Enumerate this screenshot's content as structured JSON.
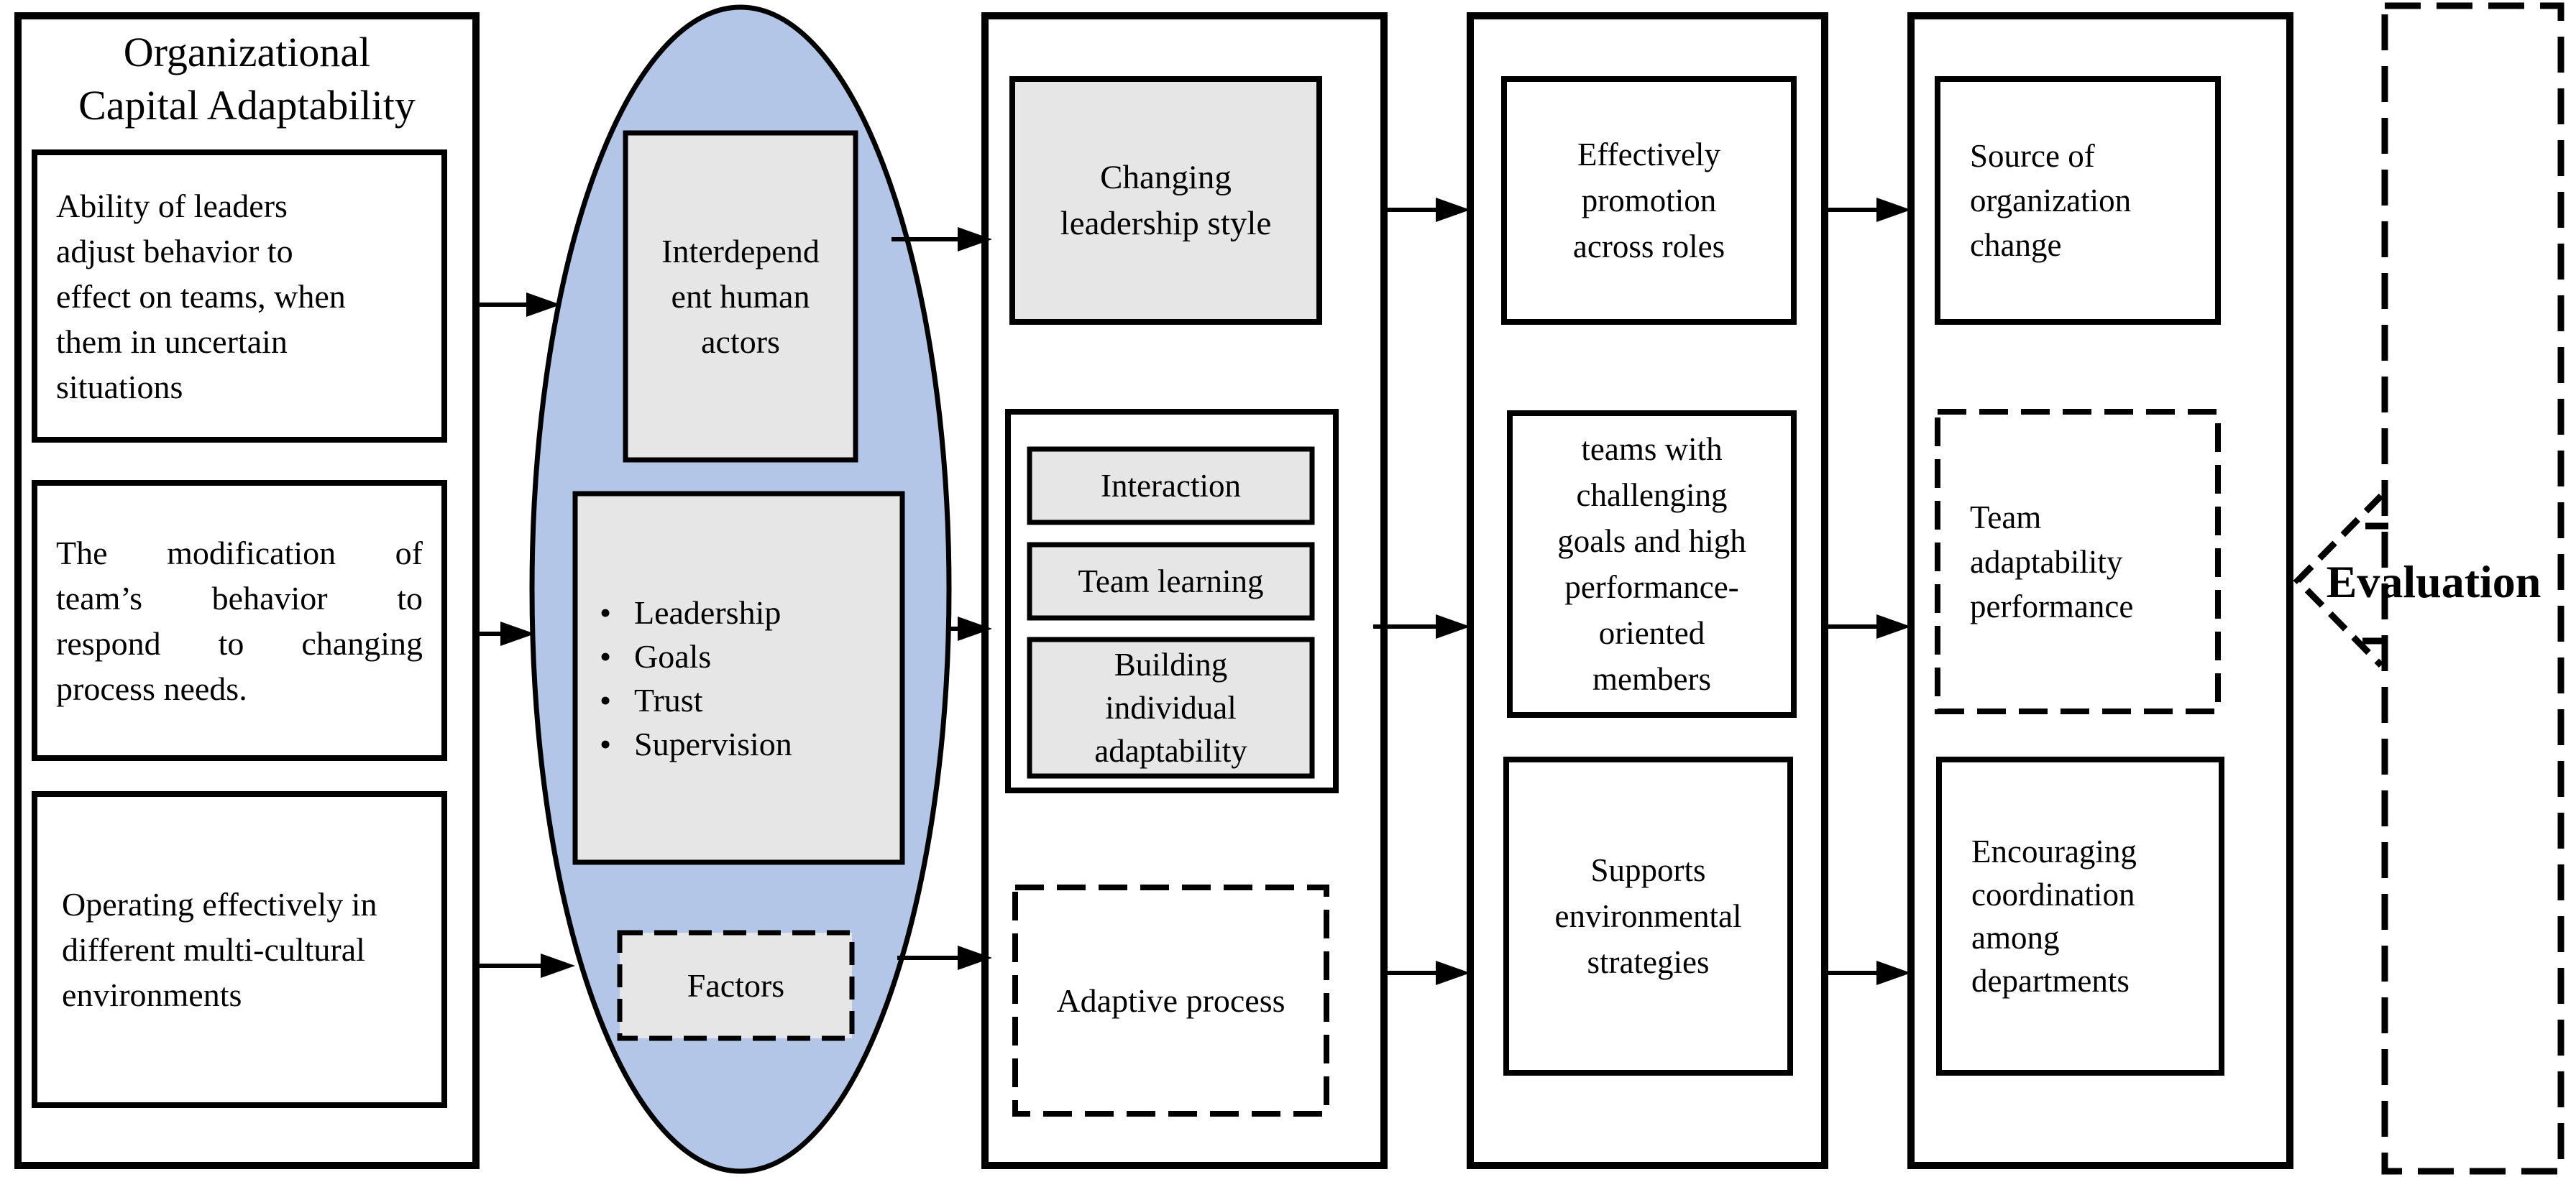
{
  "theme": {
    "ellipse_fill": "#b4c6e7",
    "box_fill": "#e7e6e6",
    "line_color": "#000000"
  },
  "icons": {
    "bullet": "•"
  },
  "col1": {
    "title": [
      "Organizational",
      "Capital Adaptability"
    ],
    "box1_lines": [
      "Ability of leaders",
      "adjust behavior to",
      "effect on teams, when",
      "them in uncertain",
      "situations"
    ],
    "box2_lines": [
      "The modification of",
      "team’s behavior to",
      "respond to changing",
      "process needs."
    ],
    "box3_lines": [
      "Operating effectively in",
      "different multi-cultural",
      "environments"
    ]
  },
  "ellipse": {
    "box1_lines": [
      "Interdepend",
      "ent human",
      "actors"
    ],
    "bullets": [
      "Leadership",
      "Goals",
      "Trust",
      "Supervision"
    ],
    "factors_label": "Factors"
  },
  "col3": {
    "box1_lines": [
      "Changing",
      "leadership style"
    ],
    "item1": "Interaction",
    "item2": "Team learning",
    "item3_lines": [
      "Building",
      "individual",
      "adaptability"
    ],
    "adaptive_label": "Adaptive process"
  },
  "col4": {
    "box1_lines": [
      "Effectively",
      "promotion",
      "across roles"
    ],
    "box2_lines": [
      "teams with",
      "challenging",
      "goals and high",
      "performance-",
      "oriented",
      "members"
    ],
    "box3_lines": [
      "Supports",
      "environmental",
      "strategies"
    ]
  },
  "col5": {
    "box1_lines": [
      "Source of",
      "organization",
      "change"
    ],
    "box2_lines": [
      "Team",
      "adaptability",
      "performance"
    ],
    "box3_lines": [
      "Encouraging",
      "coordination",
      "among",
      "departments"
    ]
  },
  "evaluation": {
    "label": "Evaluation"
  }
}
